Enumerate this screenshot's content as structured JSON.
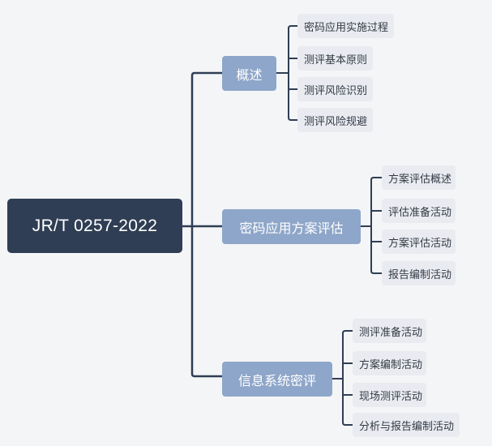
{
  "mindmap": {
    "root": {
      "label": "JR/T 0257-2022"
    },
    "branches": [
      {
        "label": "概述",
        "leaves": [
          "密码应用实施过程",
          "测评基本原则",
          "测评风险识别",
          "测评风险规避"
        ]
      },
      {
        "label": "密码应用方案评估",
        "leaves": [
          "方案评估概述",
          "评估准备活动",
          "方案评估活动",
          "报告编制活动"
        ]
      },
      {
        "label": "信息系统密评",
        "leaves": [
          "测评准备活动",
          "方案编制活动",
          "现场测评活动",
          "分析与报告编制活动"
        ]
      }
    ]
  },
  "colors": {
    "background": "#f4f5f7",
    "root_fill": "#2f3e54",
    "branch_fill": "#8ea6c9",
    "leaf_fill": "#e9ebf0",
    "connector": "#2f3e54"
  }
}
